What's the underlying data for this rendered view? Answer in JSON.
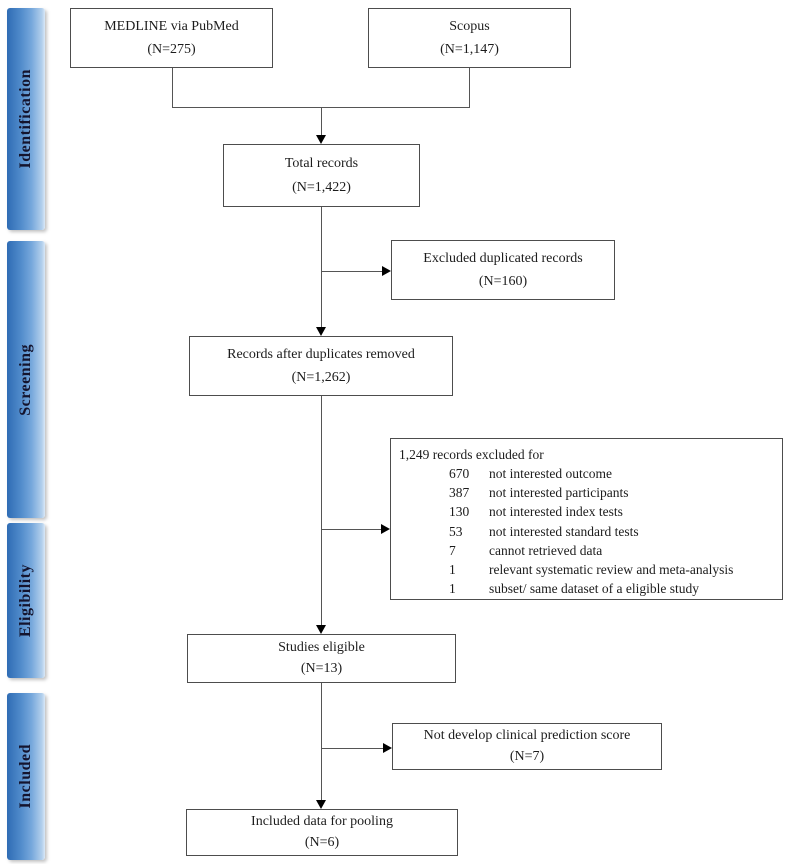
{
  "diagram_type": "PRISMA flow diagram",
  "sidebar": {
    "stages": [
      {
        "label": "Identification"
      },
      {
        "label": "Screening"
      },
      {
        "label": "Eligibility"
      },
      {
        "label": "Included"
      }
    ]
  },
  "boxes": {
    "medline": {
      "line1": "MEDLINE via PubMed",
      "line2": "(N=275)"
    },
    "scopus": {
      "line1": "Scopus",
      "line2": "(N=1,147)"
    },
    "total": {
      "line1": "Total records",
      "line2": "(N=1,422)"
    },
    "dup_excluded": {
      "line1": "Excluded duplicated records",
      "line2": "(N=160)"
    },
    "after_dup": {
      "line1": "Records after duplicates removed",
      "line2": "(N=1,262)"
    },
    "eligible": {
      "line1": "Studies eligible",
      "line2": "(N=13)"
    },
    "not_develop": {
      "line1": "Not develop clinical prediction score",
      "line2": "(N=7)"
    },
    "included": {
      "line1": "Included data for pooling",
      "line2": "(N=6)"
    }
  },
  "exclusion_box": {
    "header": "1,249 records excluded for",
    "rows": [
      {
        "n": "670",
        "reason": "not interested outcome"
      },
      {
        "n": "387",
        "reason": "not interested participants"
      },
      {
        "n": "130",
        "reason": "not interested index tests"
      },
      {
        "n": "53",
        "reason": "not interested standard tests"
      },
      {
        "n": "7",
        "reason": "cannot retrieved data"
      },
      {
        "n": "1",
        "reason": "relevant systematic review and meta-analysis"
      },
      {
        "n": "1",
        "reason": "subset/ same dataset of a eligible study"
      }
    ]
  },
  "colors": {
    "bar_gradient_start": "#2f6cb4",
    "bar_gradient_mid": "#77a8dc",
    "bar_gradient_end": "#d9e8f7",
    "bar_text": "#14142e",
    "box_border": "#4d4d4d",
    "connector_line": "#555555",
    "arrowhead": "#000000",
    "background": "#ffffff"
  }
}
